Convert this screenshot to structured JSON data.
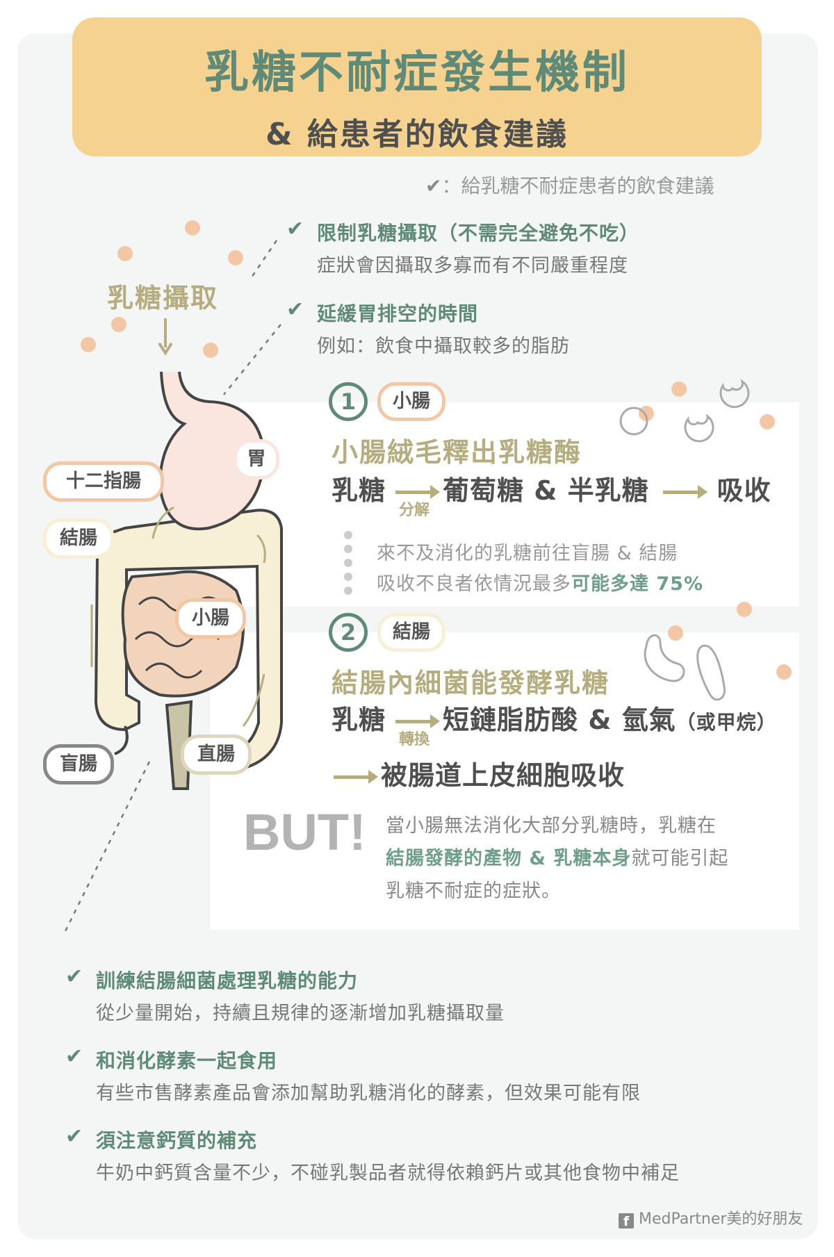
{
  "title": {
    "main": "乳糖不耐症發生機制",
    "sub": "& 給患者的飲食建議"
  },
  "legend": {
    "icon": "check-icon",
    "text": "：給乳糖不耐症患者的飲食建議"
  },
  "top_tips": [
    {
      "title": "限制乳糖攝取（不需完全避免不吃）",
      "desc": "症狀會因攝取多寡而有不同嚴重程度"
    },
    {
      "title": "延緩胃排空的時間",
      "desc": "例如：飲食中攝取較多的脂肪"
    }
  ],
  "illustration": {
    "intake_label": "乳糖攝取",
    "labels": {
      "duodenum": "十二指腸",
      "stomach": "胃",
      "colon": "結腸",
      "small_intestine": "小腸",
      "cecum": "盲腸",
      "rectum": "直腸"
    }
  },
  "step1": {
    "number": "1",
    "organ": "小腸",
    "heading": "小腸絨毛釋出乳糖酶",
    "flow": {
      "from": "乳糖",
      "via": "分解",
      "to": "葡萄糖 & 半乳糖",
      "end": "吸收"
    },
    "notes": {
      "line1": "來不及消化的乳糖前往盲腸 & 結腸",
      "line2_prefix": "吸收不良者依情況最多",
      "line2_highlight": "可能多達 75%"
    }
  },
  "step2": {
    "number": "2",
    "organ": "結腸",
    "heading": "結腸內細菌能發酵乳糖",
    "flow": {
      "from": "乳糖",
      "via": "轉換",
      "to": "短鏈脂肪酸 & 氫氣",
      "to_note": "（或甲烷）",
      "end": "被腸道上皮細胞吸收"
    }
  },
  "but": {
    "label": "BUT!",
    "line1": "當小腸無法消化大部分乳糖時，乳糖在",
    "line2_highlight": "結腸發酵的產物 & 乳糖本身",
    "line2_rest": "就可能引起",
    "line3": "乳糖不耐症的症狀。"
  },
  "bottom_tips": [
    {
      "title": "訓練結腸細菌處理乳糖的能力",
      "desc": "從少量開始，持續且規律的逐漸增加乳糖攝取量"
    },
    {
      "title": "和消化酵素一起食用",
      "desc": "有些市售酵素產品會添加幫助乳糖消化的酵素，但效果可能有限"
    },
    {
      "title": "須注意鈣質的補充",
      "desc": "牛奶中鈣質含量不少，不碰乳製品者就得依賴鈣片或其他食物中補足"
    }
  ],
  "footer": {
    "icon": "facebook-icon",
    "text": "MedPartner美的好朋友"
  },
  "colors": {
    "accent_green": "#5f8a78",
    "title_bg": "#f5d28f",
    "khaki": "#b5ac80",
    "peach": "#f3c7a5"
  }
}
